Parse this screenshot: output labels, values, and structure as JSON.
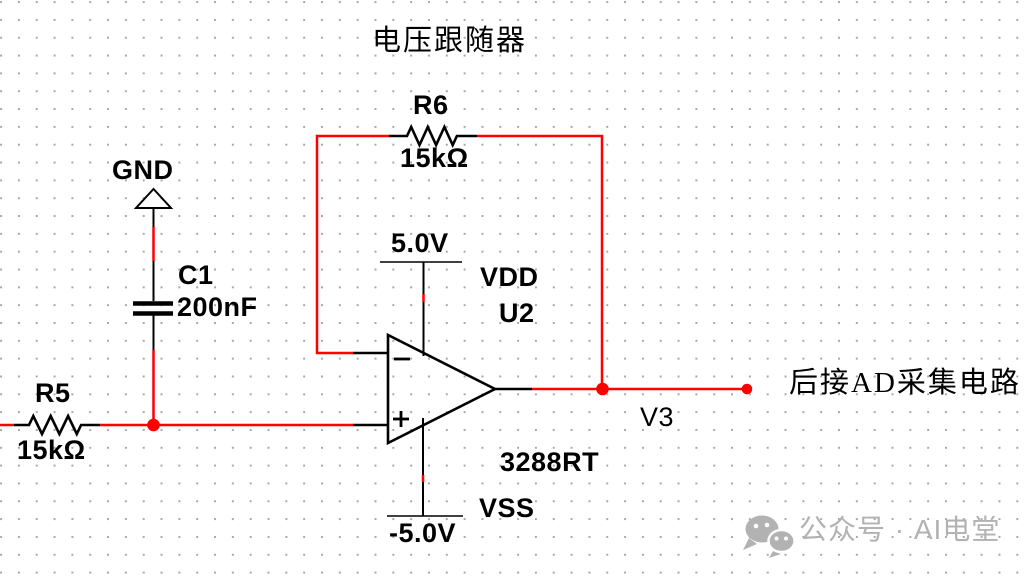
{
  "title": "电压跟随器",
  "colors": {
    "wire": "#ff0000",
    "ink": "#000000",
    "watermark": "#b2b2b2",
    "grid_dot": "#a8a8a8"
  },
  "components": {
    "r5": {
      "ref": "R5",
      "value": "15kΩ"
    },
    "r6": {
      "ref": "R6",
      "value": "15kΩ"
    },
    "c1": {
      "ref": "C1",
      "value": "200nF"
    },
    "u2": {
      "ref": "U2",
      "part": "3288RT",
      "minus_mark": "−",
      "plus_mark": "+"
    },
    "gnd": {
      "label": "GND"
    },
    "vdd": {
      "rail_voltage": "5.0V",
      "pin": "VDD"
    },
    "vss": {
      "rail_voltage": "-5.0V",
      "pin": "VSS"
    }
  },
  "nets": {
    "output_name": "V3",
    "output_note": "后接AD采集电路"
  },
  "watermark": {
    "text": "公众号 · AI电堂"
  }
}
